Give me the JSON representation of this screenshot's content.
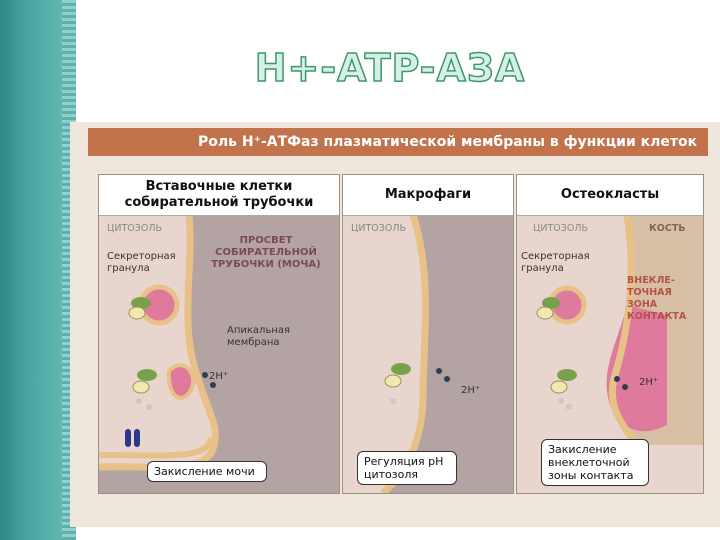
{
  "slide": {
    "title": "H+-ATP-АЗА"
  },
  "figure": {
    "header": "Роль H⁺-АТФаз плазматической мембраны в функции клеток",
    "panels": [
      {
        "title": "Вставочные клетки собирательной трубочки",
        "cytosol": "ЦИТОЗОЛЬ",
        "granule": "Секреторная гранула",
        "lumen": "ПРОСВЕТ СОБИРАТЕЛЬНОЙ ТРУБОЧКИ (МОЧА)",
        "membrane": "Апикальная мембрана",
        "ions": "2H⁺",
        "caption": "Закисление мочи"
      },
      {
        "title": "Макрофаги",
        "cytosol": "ЦИТОЗОЛЬ",
        "ions": "2H⁺",
        "caption": "Регуляция pH цитозоля"
      },
      {
        "title": "Остеокласты",
        "cytosol": "ЦИТОЗОЛЬ",
        "bone": "КОСТЬ",
        "granule": "Секреторная гранула",
        "zone": "ВНЕКЛЕ-ТОЧНАЯ ЗОНА КОНТАКТА",
        "ions": "2H⁺",
        "caption": "Закисление внеклеточной зоны контакта"
      }
    ]
  },
  "colors": {
    "header_bg": "#c2734b",
    "cytosol_bg": "#e8d5cd",
    "lumen_bg": "#b3a3a3",
    "membrane": "#e8c189",
    "granule_pink": "#e07a9c",
    "pump_green": "#77a24b"
  }
}
